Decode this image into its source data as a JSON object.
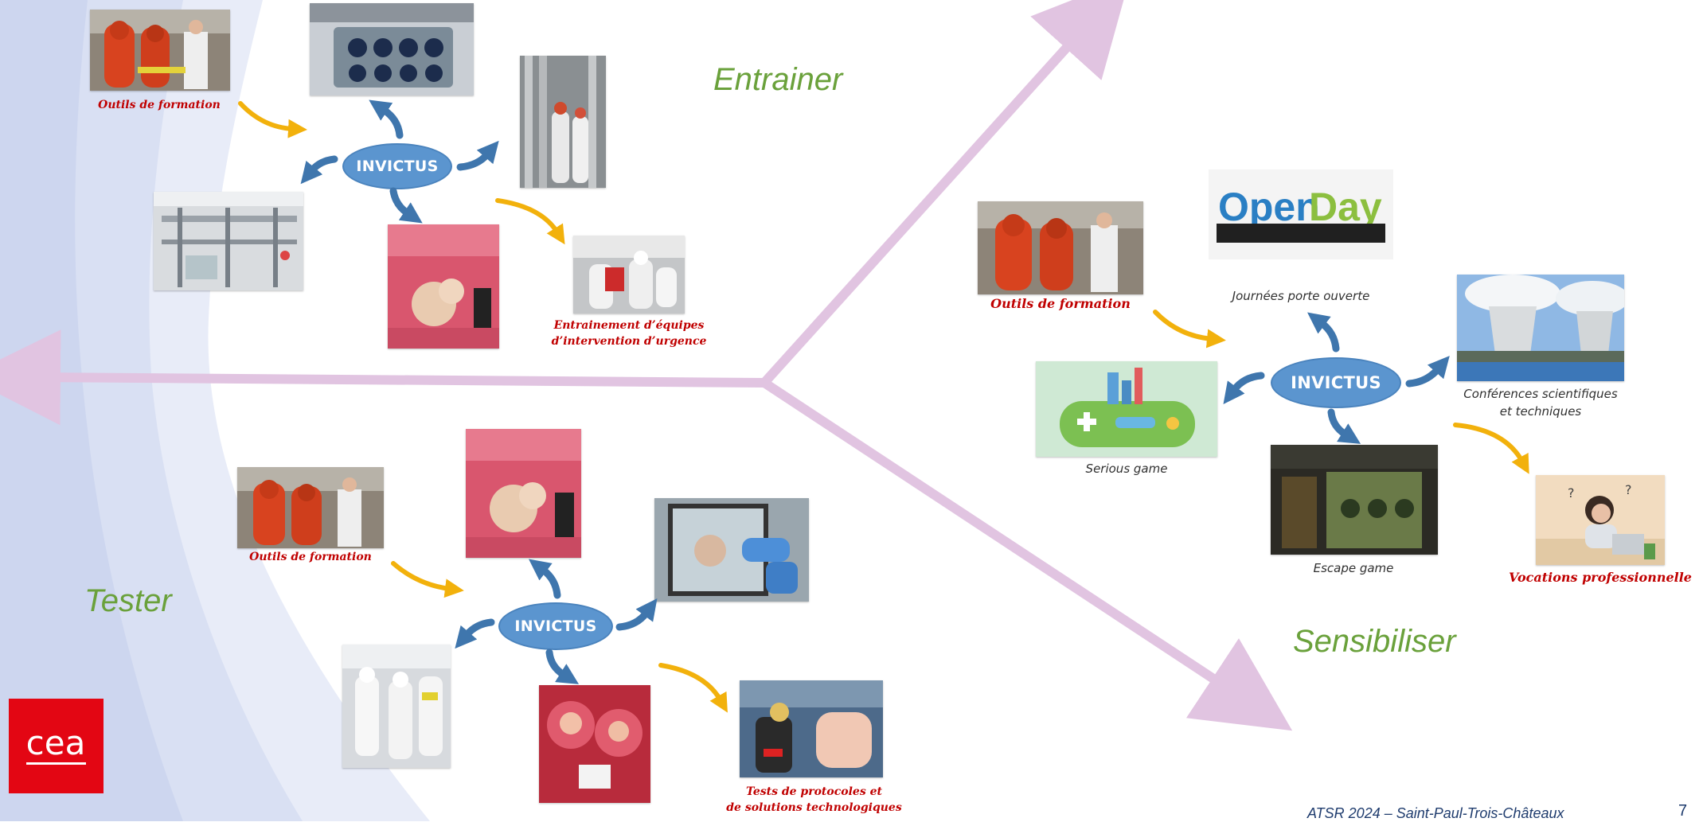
{
  "sections": {
    "train": "Entrainer",
    "test": "Tester",
    "awareness": "Sensibiliser"
  },
  "hub_label": "INVICTUS",
  "captions": {
    "tools_train": "Outils de formation",
    "emergency_line1": "Entrainement d’équipes",
    "emergency_line2": "d’intervention d’urgence",
    "tools_test": "Outils de formation",
    "protocols_line1": "Tests de protocoles et",
    "protocols_line2": "de solutions technologiques",
    "tools_aware": "Outils de formation",
    "open_house": "Journées porte ouverte",
    "conferences_line1": "Conférences scientifiques",
    "conferences_line2": "et techniques",
    "serious_game": "Serious game",
    "escape_game": "Escape game",
    "vocations": "Vocations professionnelle"
  },
  "openday_logo": {
    "text_open": "Open",
    "text_day": "Day"
  },
  "logo_text": "cea",
  "footer": {
    "event": "ATSR 2024 – Saint-Paul-Trois-Châteaux",
    "page": "7"
  },
  "colors": {
    "section_green": "#6aa13b",
    "caption_red": "#c00000",
    "hub_blue": "#5b95cf",
    "arrow_blue": "#3f76ad",
    "arrow_gold": "#f2b10c",
    "main_arrow": "#e1c4e1",
    "logo_red": "#e30613"
  },
  "icons": [
    "arrow-icon",
    "curved-arrow-icon"
  ]
}
